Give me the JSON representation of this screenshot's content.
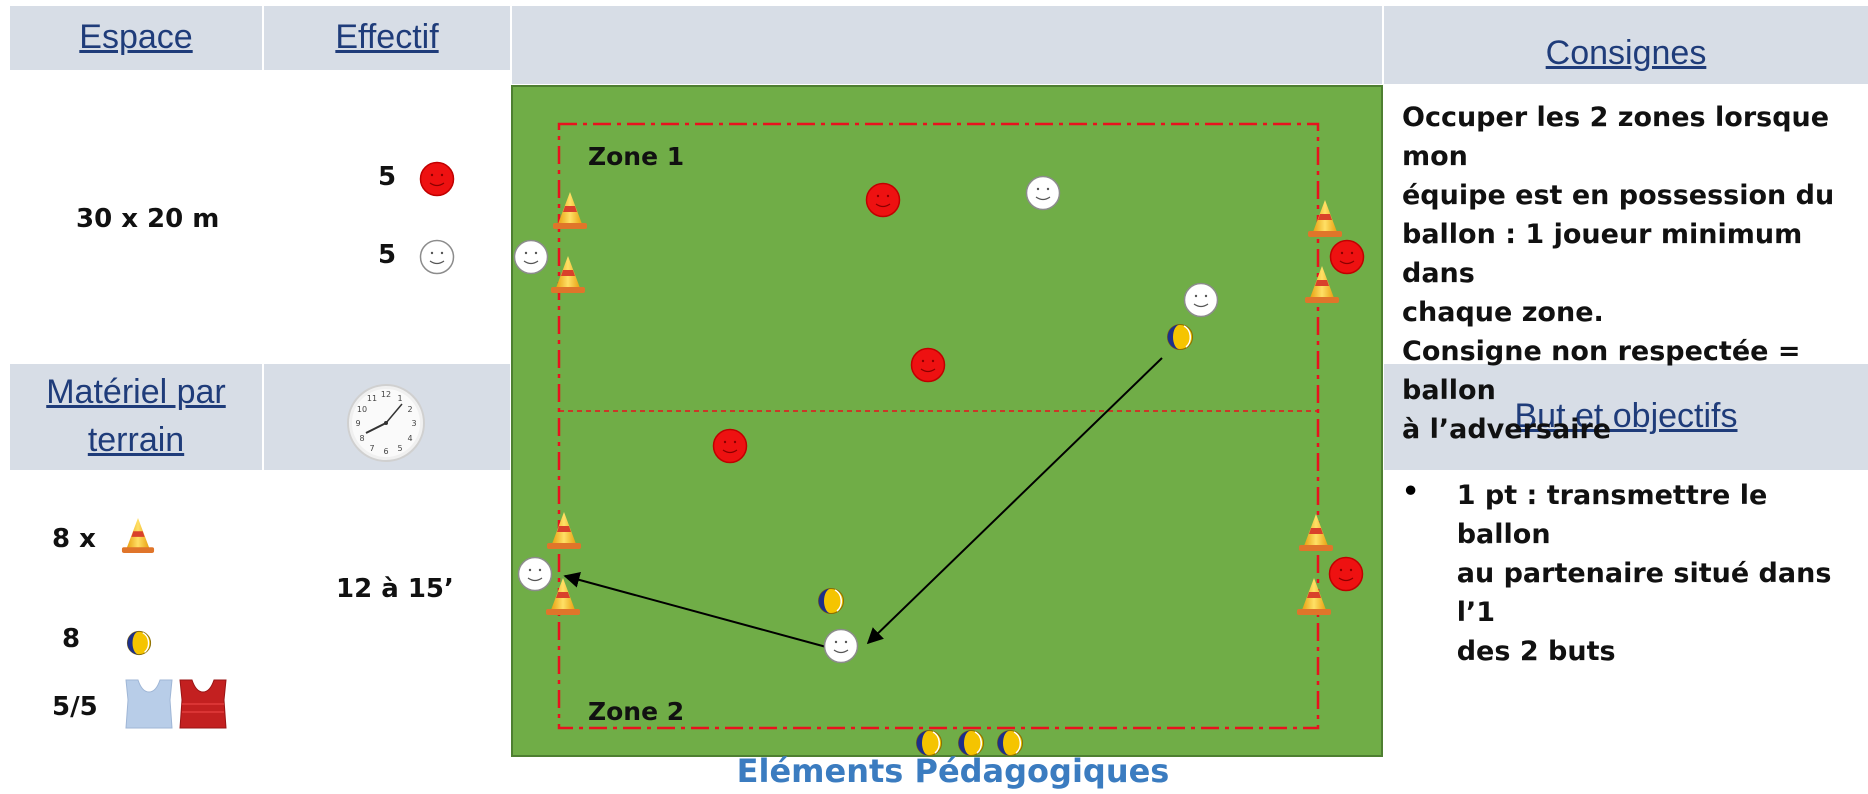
{
  "headers": {
    "espace": "Espace",
    "effectif": "Effectif",
    "materiel": "Matériel par terrain",
    "consignes": "Consignes",
    "but": "But et objectifs"
  },
  "espace": {
    "value": "30 x 20 m"
  },
  "effectif": {
    "team_red_count": "5",
    "team_white_count": "5"
  },
  "materiel": {
    "cones": "8 x",
    "balls": "8",
    "bibs": "5/5"
  },
  "duree": {
    "value": "12 à 15’",
    "icon": "clock-icon"
  },
  "consignes": {
    "line1": "Occuper les 2 zones lorsque mon",
    "line2": "équipe est en possession du",
    "line3": "ballon : 1 joueur minimum dans",
    "line4": "chaque zone.",
    "line5": "Consigne non respectée = ballon",
    "line6": "à l’adversaire"
  },
  "objectifs": {
    "bullet": "•",
    "line1": "1 pt : transmettre le ballon",
    "line2": "au partenaire situé dans l’1",
    "line3": "des 2 buts"
  },
  "field": {
    "zone1": "Zone 1",
    "zone2": "Zone 2"
  },
  "footer": "Eléments Pédagogiques",
  "colors": {
    "header_bg": "#d7dde6",
    "header_text": "#1f3c7a",
    "pitch": "#70ad47",
    "red_team": "#ee1111",
    "white_team": "#ffffff",
    "cone": "#f4b41a",
    "footer": "#3b7cc0"
  }
}
